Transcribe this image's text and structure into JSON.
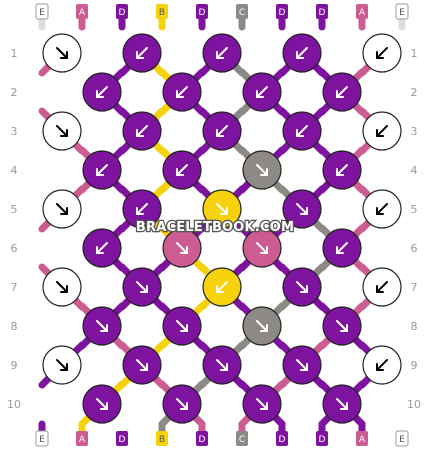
{
  "colors": {
    "A": "#cc5c91",
    "B": "#f5d20c",
    "C": "#8d8a85",
    "D": "#7d139f",
    "E": "#ffffff"
  },
  "strings": [
    "E",
    "A",
    "D",
    "B",
    "D",
    "C",
    "D",
    "D",
    "A",
    "E"
  ],
  "row_numbers": [
    "1",
    "2",
    "3",
    "4",
    "5",
    "6",
    "7",
    "8",
    "9",
    "10"
  ],
  "watermark": "BRACELETBOOK.COM",
  "knots": [
    [
      {
        "c": "E",
        "d": "R"
      },
      {
        "c": "D",
        "d": "L"
      },
      {
        "c": "D",
        "d": "L"
      },
      {
        "c": "D",
        "d": "L"
      },
      {
        "c": "E",
        "d": "L"
      }
    ],
    [
      {
        "c": "D",
        "d": "L"
      },
      {
        "c": "D",
        "d": "L"
      },
      {
        "c": "D",
        "d": "L"
      },
      {
        "c": "D",
        "d": "L"
      }
    ],
    [
      {
        "c": "E",
        "d": "R"
      },
      {
        "c": "D",
        "d": "L"
      },
      {
        "c": "D",
        "d": "L"
      },
      {
        "c": "D",
        "d": "L"
      },
      {
        "c": "E",
        "d": "L"
      }
    ],
    [
      {
        "c": "D",
        "d": "L"
      },
      {
        "c": "D",
        "d": "L"
      },
      {
        "c": "C",
        "d": "R"
      },
      {
        "c": "D",
        "d": "L"
      }
    ],
    [
      {
        "c": "E",
        "d": "R"
      },
      {
        "c": "D",
        "d": "L"
      },
      {
        "c": "B",
        "d": "R"
      },
      {
        "c": "D",
        "d": "R"
      },
      {
        "c": "E",
        "d": "L"
      }
    ],
    [
      {
        "c": "D",
        "d": "L"
      },
      {
        "c": "A",
        "d": "R"
      },
      {
        "c": "A",
        "d": "R"
      },
      {
        "c": "D",
        "d": "L"
      }
    ],
    [
      {
        "c": "E",
        "d": "R"
      },
      {
        "c": "D",
        "d": "R"
      },
      {
        "c": "B",
        "d": "L"
      },
      {
        "c": "D",
        "d": "R"
      },
      {
        "c": "E",
        "d": "L"
      }
    ],
    [
      {
        "c": "D",
        "d": "R"
      },
      {
        "c": "D",
        "d": "R"
      },
      {
        "c": "C",
        "d": "R"
      },
      {
        "c": "D",
        "d": "R"
      }
    ],
    [
      {
        "c": "E",
        "d": "R"
      },
      {
        "c": "D",
        "d": "R"
      },
      {
        "c": "D",
        "d": "R"
      },
      {
        "c": "D",
        "d": "R"
      },
      {
        "c": "E",
        "d": "L"
      }
    ],
    [
      {
        "c": "D",
        "d": "R"
      },
      {
        "c": "D",
        "d": "R"
      },
      {
        "c": "D",
        "d": "R"
      },
      {
        "c": "D",
        "d": "R"
      }
    ]
  ]
}
